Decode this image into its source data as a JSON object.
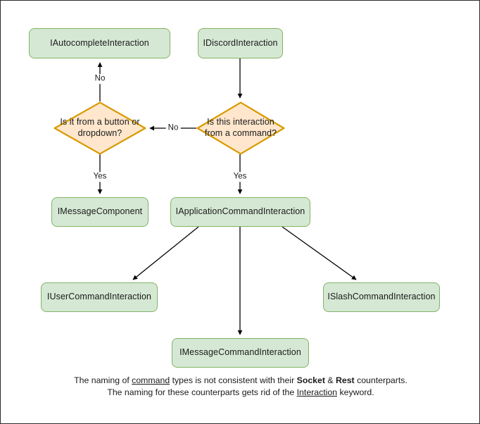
{
  "diagram": {
    "title": "Discord interaction type hierarchy flowchart",
    "colors": {
      "process_fill": "#d5e8d4",
      "process_stroke": "#82b366",
      "decision_fill": "#ffe6cc",
      "decision_stroke": "#d79b00",
      "edge_stroke": "#000000",
      "canvas_border": "#2b2b2b",
      "background": "#ffffff"
    },
    "nodes": [
      {
        "id": "autocomplete",
        "label": "IAutocompleteInteraction",
        "type": "process"
      },
      {
        "id": "discord",
        "label": "IDiscordInteraction",
        "type": "process"
      },
      {
        "id": "decision_button",
        "label": "Is it from a button or dropdown?",
        "type": "decision"
      },
      {
        "id": "decision_command",
        "label": "Is this interaction from a command?",
        "type": "decision"
      },
      {
        "id": "messagecomponent",
        "label": "IMessageComponent",
        "type": "process"
      },
      {
        "id": "appcommand",
        "label": "IApplicationCommandInteraction",
        "type": "process"
      },
      {
        "id": "usercommand",
        "label": "IUserCommandInteraction",
        "type": "process"
      },
      {
        "id": "slashcommand",
        "label": "ISlashCommandInteraction",
        "type": "process"
      },
      {
        "id": "messagecommand",
        "label": "IMessageCommandInteraction",
        "type": "process"
      }
    ],
    "edge_labels": {
      "autocomplete_no": "No",
      "decision_to_decision_no": "No",
      "button_yes": "Yes",
      "command_yes": "Yes"
    },
    "caption": {
      "line1_a": "The naming of ",
      "line1_u": "command",
      "line1_b": " types is not consistent with their",
      "line2_b1": "Socket",
      "line2_amp": " & ",
      "line2_b2": "Rest",
      "line2_rest": " counterparts. The naming for these",
      "line3_a": "counterparts gets rid of the ",
      "line3_u": "Interaction",
      "line3_b": " keyword."
    }
  }
}
